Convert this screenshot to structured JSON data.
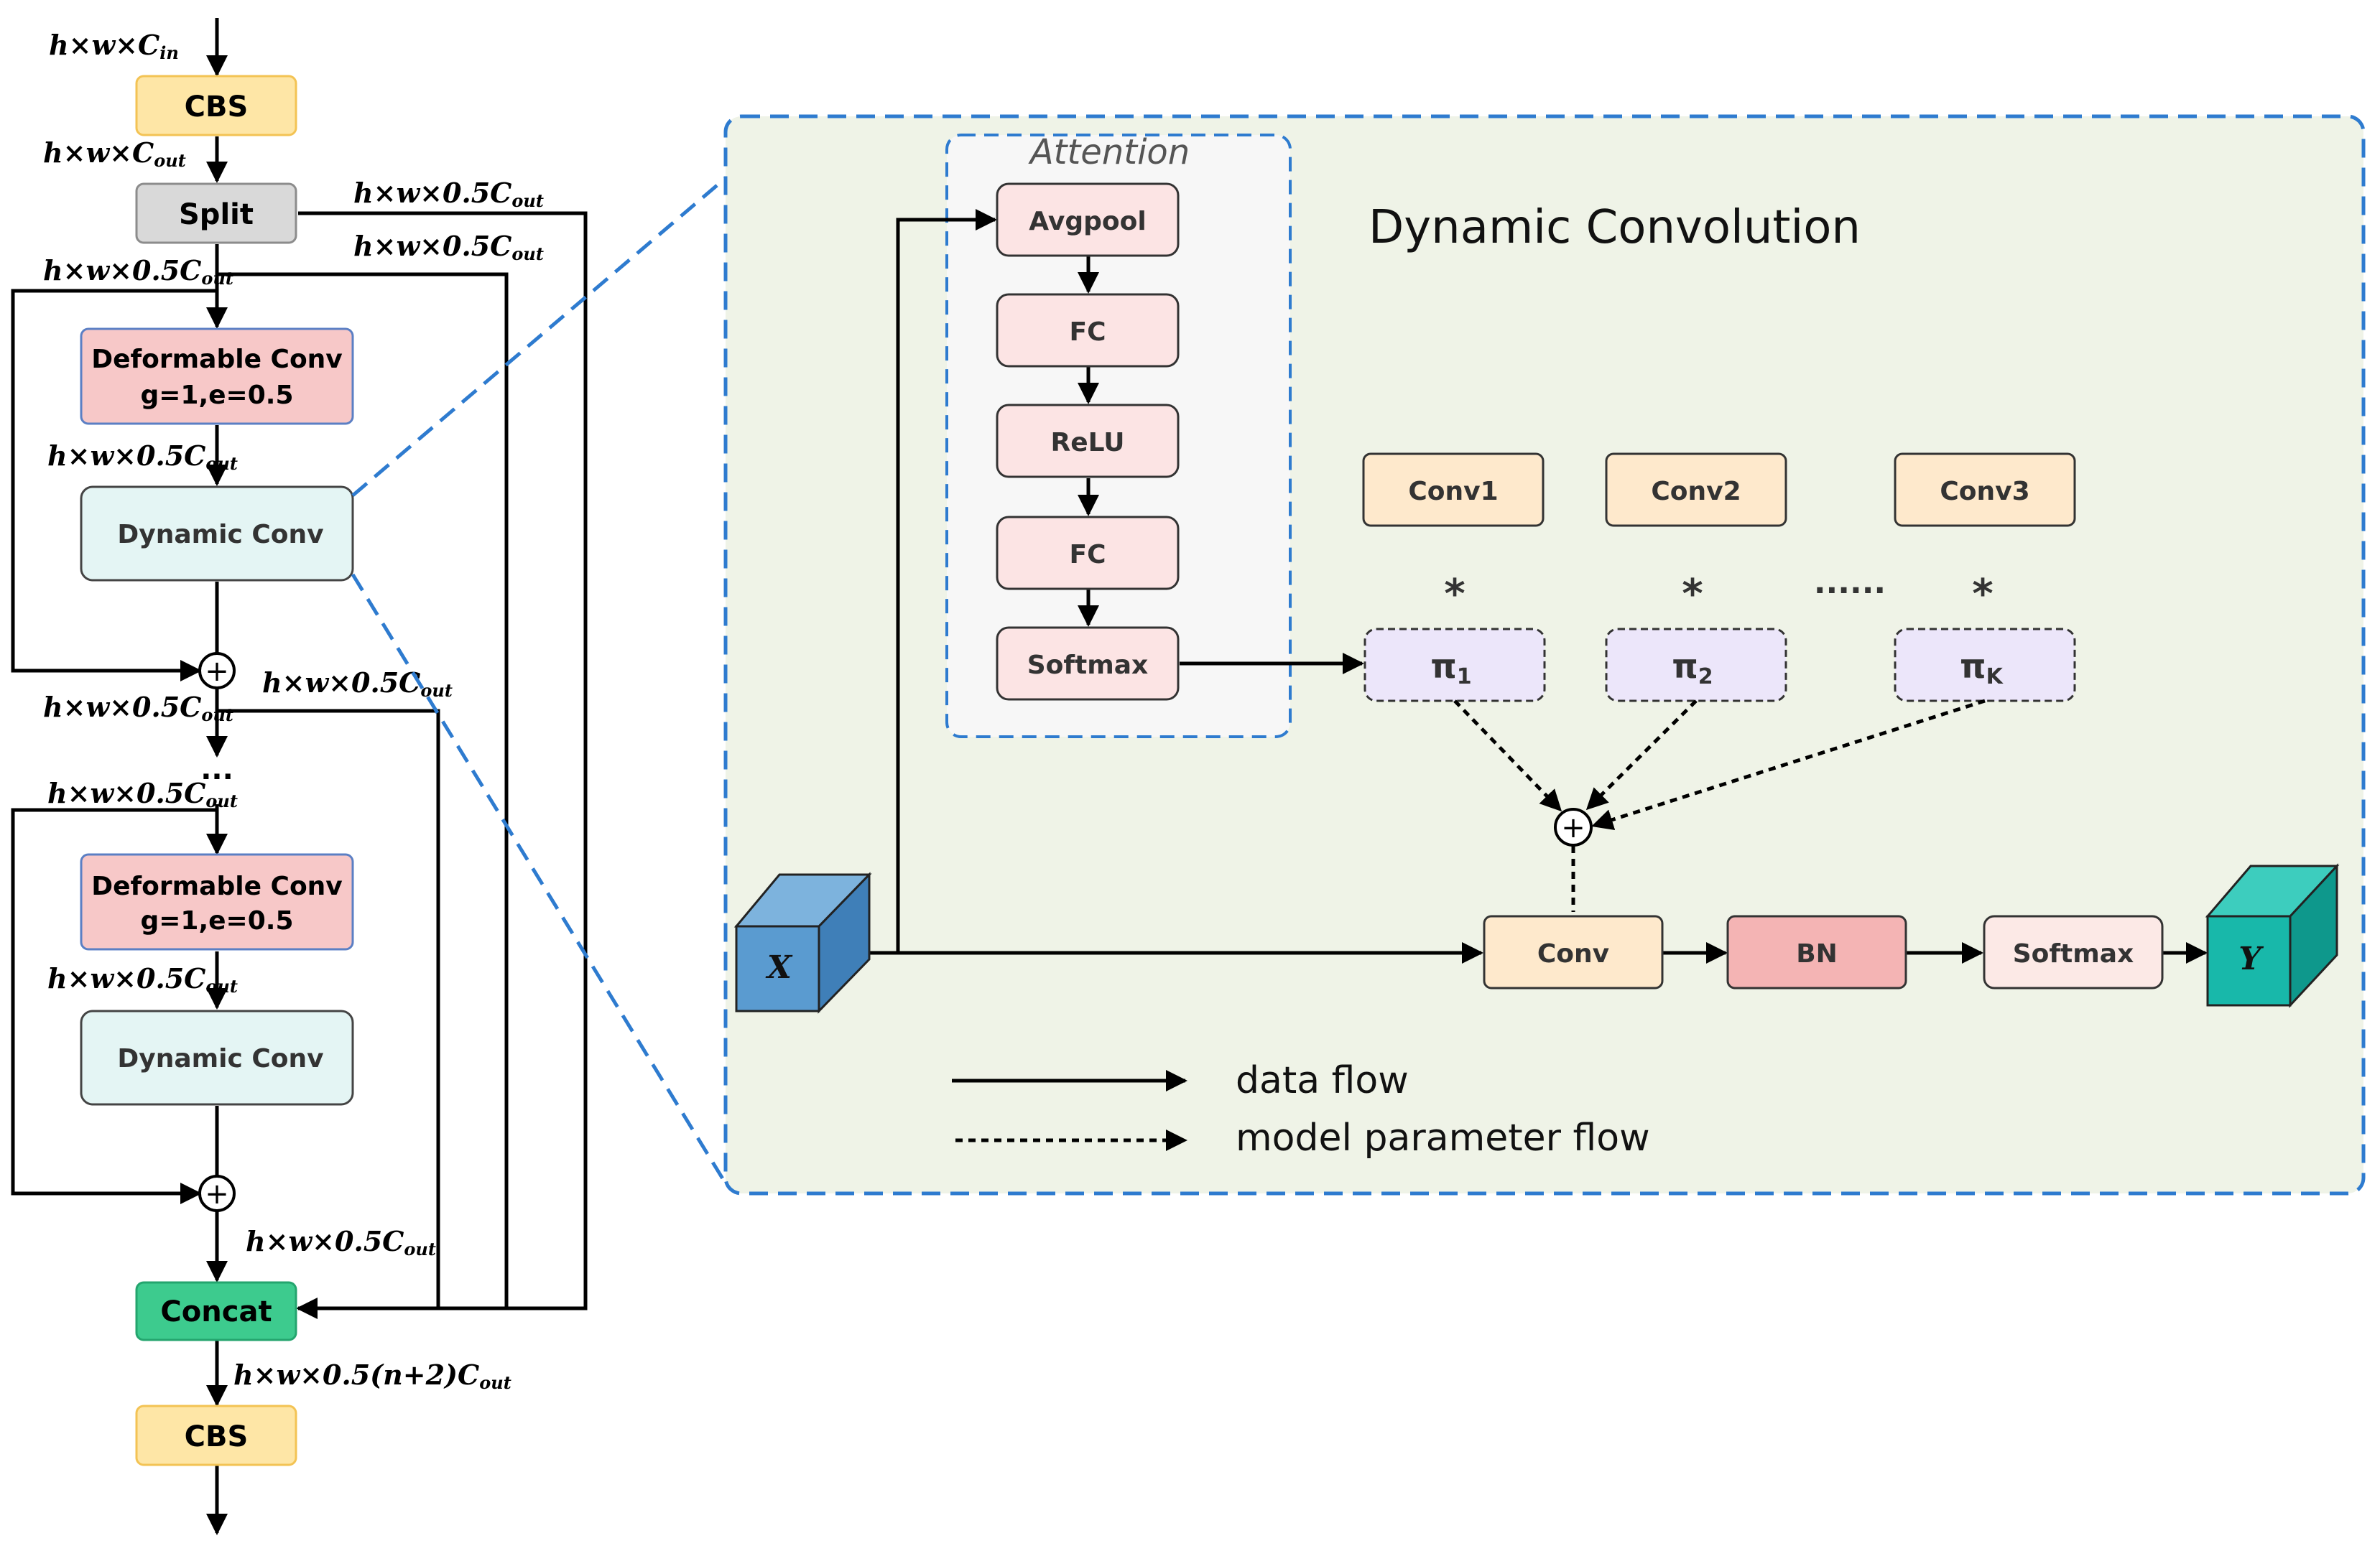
{
  "colors": {
    "cbs": "#FEE6A6",
    "cbs_stroke": "#F3C354",
    "split": "#D9D9D9",
    "deform": "#F7C8C8",
    "deform_stroke": "#5B7FC4",
    "dynconv": "#E4F5F4",
    "concat": "#3DCB8E",
    "panel": "#EFF3E7",
    "panel_stroke": "#2E7BCF",
    "attention_bg": "#F7F7F7",
    "attn_box": "#FCE4E4",
    "conv_box": "#FEE9CC",
    "pi_box": "#ECE6FA",
    "bn_box": "#F4B4B4",
    "softmax_box": "#FCE9E6",
    "cube_x": "#5A9BD0",
    "cube_y": "#18B8AA"
  },
  "left": {
    "labels": {
      "in": "h×w×C",
      "in_sub": "in",
      "cout": "h×w×C",
      "cout_sub": "out",
      "half": "h×w×0.5C",
      "half_sub": "out",
      "final": "h×w×0.5(n+2)C",
      "final_sub": "out"
    },
    "cbs_top": "CBS",
    "split": "Split",
    "deform1_line1": "Deformable  Conv",
    "deform1_line2": "g=1,e=0.5",
    "dynconv1": "Dynamic Conv",
    "ellipsis": "...",
    "deform2_line1": "Deformable  Conv",
    "deform2_line2": "g=1,e=0.5",
    "dynconv2": "Dynamic Conv",
    "concat": "Concat",
    "cbs_bottom": "CBS",
    "plus": "+"
  },
  "right": {
    "title": "Dynamic Convolution",
    "attention_title": "Attention",
    "attention": [
      "Avgpool",
      "FC",
      "ReLU",
      "FC",
      "Softmax"
    ],
    "convs": [
      "Conv1",
      "Conv2",
      "Conv3"
    ],
    "star": "*",
    "dots": "......",
    "pis": [
      {
        "base": "π",
        "sub": "1"
      },
      {
        "base": "π",
        "sub": "2"
      },
      {
        "base": "π",
        "sub": "K"
      }
    ],
    "plus": "+",
    "x_label": "X",
    "y_label": "Y",
    "conv": "Conv",
    "bn": "BN",
    "softmax": "Softmax",
    "legend": {
      "data_flow": "data flow",
      "param_flow": "model parameter flow"
    }
  }
}
